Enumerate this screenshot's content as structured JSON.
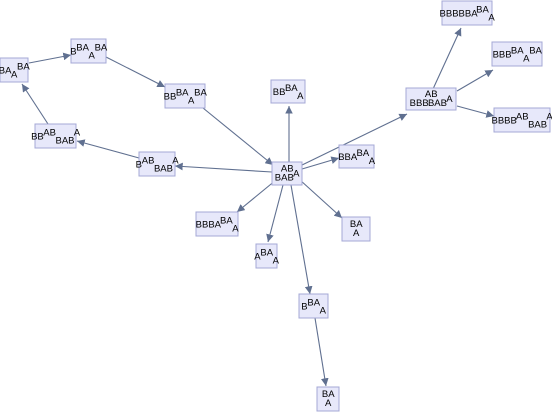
{
  "graph": {
    "edge_color": "#607090",
    "node_fill": "#e7e8fa",
    "node_border": "#a4a8d6",
    "nodes": [
      {
        "id": "center",
        "lines": [
          "AB",
          "BAB^A"
        ]
      },
      {
        "id": "bb-ba-a-top",
        "lines": [
          "BB^BA_A"
        ]
      },
      {
        "id": "bbba-ab-baba",
        "lines": [
          "AB",
          "BBB BAB^A"
        ]
      },
      {
        "id": "bbbba-ba-a",
        "lines": [
          "BBBBBA^BA_A"
        ]
      },
      {
        "id": "bbb-ba-ba",
        "lines": [
          "BBB^BA_A^BA"
        ]
      },
      {
        "id": "bbbb-ab-baba",
        "lines": [
          "BBBB^AB_BAB^A"
        ]
      },
      {
        "id": "bba-ba-a",
        "lines": [
          "BBA^BA_A"
        ]
      },
      {
        "id": "ba-a-right",
        "lines": [
          "BA",
          "A"
        ]
      },
      {
        "id": "b-ba-a",
        "lines": [
          "B^BA_A"
        ]
      },
      {
        "id": "ba-a-bottom",
        "lines": [
          "BA",
          "A"
        ]
      },
      {
        "id": "a-ba-a",
        "lines": [
          "A^BA_A"
        ]
      },
      {
        "id": "bbba-ba-a",
        "lines": [
          "BBBA^BA_A"
        ]
      },
      {
        "id": "b-ab-baba",
        "lines": [
          "B^AB_BAB^A"
        ]
      },
      {
        "id": "bb-ab-baba",
        "lines": [
          "BB^AB_BAB^A"
        ]
      },
      {
        "id": "ba-a-ba",
        "lines": [
          "BA_A^BA"
        ]
      },
      {
        "id": "b-ba-ba",
        "lines": [
          "B^BA_A^BA"
        ]
      },
      {
        "id": "bb-ba-ba",
        "lines": [
          "BB^BA_A^BA"
        ]
      }
    ],
    "edges": [
      [
        "center",
        "bb-ba-a-top"
      ],
      [
        "center",
        "bbba-ab-baba"
      ],
      [
        "bbba-ab-baba",
        "bbbba-ba-a"
      ],
      [
        "bbba-ab-baba",
        "bbb-ba-ba"
      ],
      [
        "bbba-ab-baba",
        "bbbb-ab-baba"
      ],
      [
        "center",
        "bba-ba-a"
      ],
      [
        "center",
        "ba-a-right"
      ],
      [
        "center",
        "b-ba-a"
      ],
      [
        "b-ba-a",
        "ba-a-bottom"
      ],
      [
        "center",
        "a-ba-a"
      ],
      [
        "center",
        "bbba-ba-a"
      ],
      [
        "center",
        "b-ab-baba"
      ],
      [
        "b-ab-baba",
        "bb-ab-baba"
      ],
      [
        "bb-ab-baba",
        "ba-a-ba"
      ],
      [
        "ba-a-ba",
        "b-ba-ba"
      ],
      [
        "b-ba-ba",
        "bb-ba-ba"
      ],
      [
        "bb-ba-ba",
        "center"
      ]
    ]
  }
}
